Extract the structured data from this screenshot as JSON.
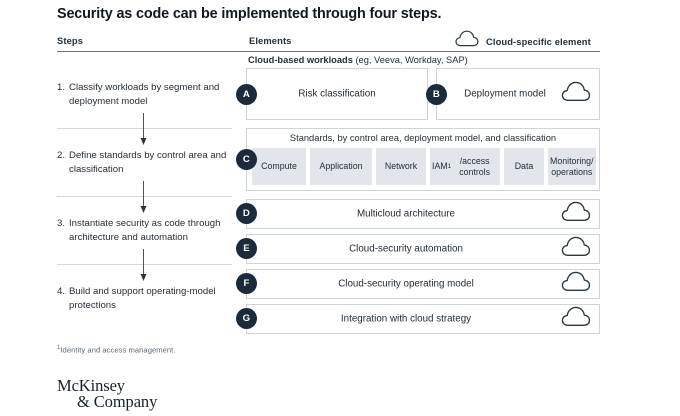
{
  "title": "Security as code can be implemented through four steps.",
  "headers": {
    "steps": "Steps",
    "elements": "Elements",
    "legend_label": "Cloud-specific element",
    "legend_icon": "cloud-icon"
  },
  "steps": [
    {
      "num": "1.",
      "text": "Classify workloads by segment and deployment model"
    },
    {
      "num": "2.",
      "text": "Define standards by control area and classification"
    },
    {
      "num": "3.",
      "text": "Instantiate security as code through architecture and automation"
    },
    {
      "num": "4.",
      "text": "Build and support operating-model protections"
    }
  ],
  "elements": {
    "workloads_caption_bold": "Cloud-based workloads",
    "workloads_caption_rest": " (eg, Veeva, Workday, SAP)",
    "row_a": {
      "badge": "A",
      "label": "Risk classification",
      "cloud": false
    },
    "row_b": {
      "badge": "B",
      "label": "Deployment model",
      "cloud": true
    },
    "row_c": {
      "badge": "C",
      "caption": "Standards, by control area, deployment model, and classification",
      "subs": [
        "Compute",
        "Application",
        "Network",
        "IAM¹/access controls",
        "Data",
        "Monitoring/ operations"
      ],
      "cloud": false
    },
    "row_d": {
      "badge": "D",
      "label": "Multicloud architecture",
      "cloud": true
    },
    "row_e": {
      "badge": "E",
      "label": "Cloud-security automation",
      "cloud": true
    },
    "row_f": {
      "badge": "F",
      "label": "Cloud-security operating model",
      "cloud": true
    },
    "row_g": {
      "badge": "G",
      "label": "Integration with cloud strategy",
      "cloud": true
    }
  },
  "footnote": "Identity and access management.",
  "footnote_marker": "1",
  "logo": {
    "line1": "McKinsey",
    "line2": "& Company"
  },
  "colors": {
    "badge": "#1b2b3c",
    "box_border": "#cfd4d9",
    "sub_box_fill": "#e2e6ea",
    "rule": "#6b7680",
    "text": "#1f2933"
  }
}
